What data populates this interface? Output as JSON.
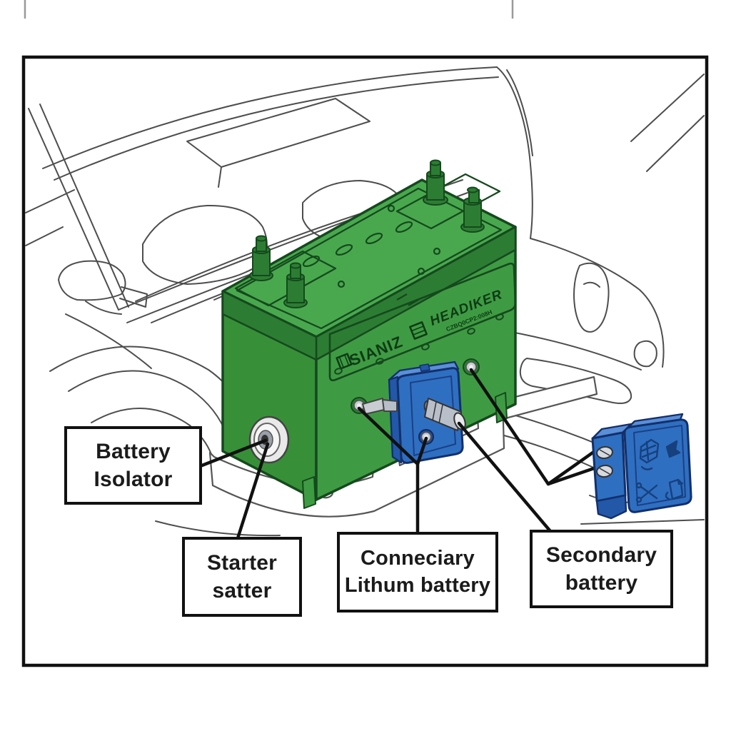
{
  "illustration": {
    "subject": "Car dual battery system line-art diagram",
    "frame": "black rectangular border"
  },
  "battery": {
    "brand_left": "SIANIZ",
    "brand_right": "HEADIKER",
    "model_code": "CZBQ0CP2:008H"
  },
  "labels": {
    "isolator": {
      "line1": "Battery",
      "line2": "Isolator"
    },
    "starter": {
      "line1": "Starter",
      "line2": "satter"
    },
    "auxiliary": {
      "line1": "Conneciary",
      "line2": "Lithum battery"
    },
    "secondary": {
      "line1": "Secondary",
      "line2": "battery"
    }
  },
  "secondary_module_icons": [
    "grid-icon",
    "bird-icon",
    "cut-icon",
    "document-icon"
  ],
  "colors": {
    "battery_green": "#3f9b43",
    "battery_green_top": "#49a84e",
    "battery_green_side": "#379038",
    "battery_green_dark": "#2c7d33",
    "battery_outline": "#15491d",
    "component_blue": "#2f6fc1",
    "component_blue_light": "#5b8fd8",
    "component_blue_side": "#2358a8",
    "component_outline": "#12306b",
    "icon_navy": "#16407e",
    "metal_silver": "#c9ccd3",
    "line_black": "#111111",
    "car_line_gray": "#4d4d4d"
  }
}
